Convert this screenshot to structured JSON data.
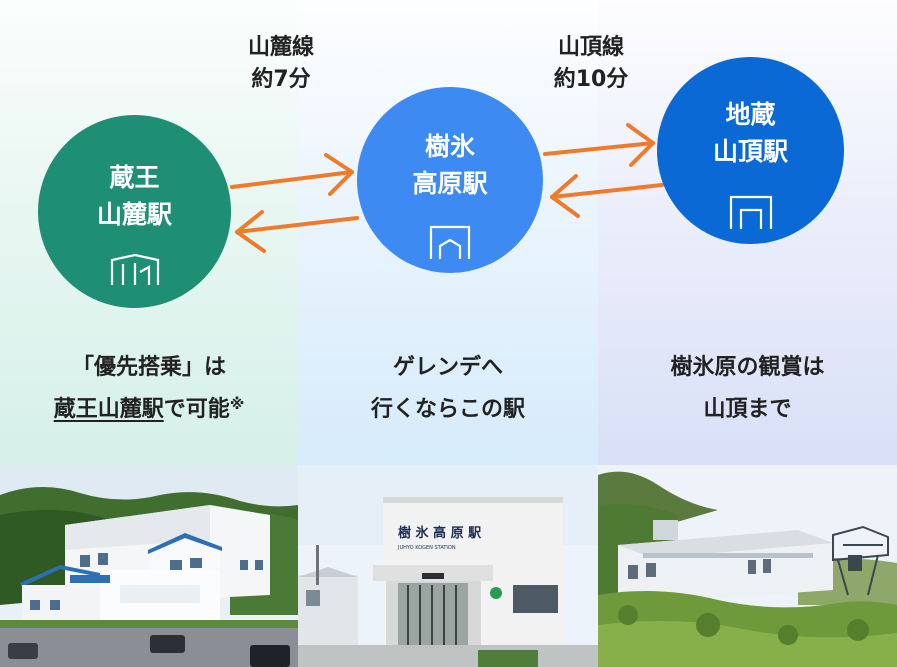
{
  "stations": [
    {
      "name_line1": "蔵王",
      "name_line2": "山麓駅",
      "color": "#1e8f74",
      "icon": "station-building-icon"
    },
    {
      "name_line1": "樹氷",
      "name_line2": "高原駅",
      "color": "#3d8af2",
      "icon": "station-gate-icon"
    },
    {
      "name_line1": "地蔵",
      "name_line2": "山頂駅",
      "color": "#0a69d4",
      "icon": "station-gate-icon"
    }
  ],
  "routes": [
    {
      "line_name": "山麓線",
      "duration": "約7分"
    },
    {
      "line_name": "山頂線",
      "duration": "約10分"
    }
  ],
  "descriptions": [
    {
      "line1": "「優先搭乗」は",
      "line2_underlined": "蔵王山麓駅",
      "line2_rest": "で可能",
      "note_mark": "※"
    },
    {
      "line1": "ゲレンデへ",
      "line2": "行くならこの駅"
    },
    {
      "line1": "樹氷原の観賞は",
      "line2": "山頂まで"
    }
  ],
  "photos": {
    "photo2_sign_title": "樹 氷 高 原 駅",
    "photo2_sign_sub": "JUHYO KOGEN STATION"
  },
  "colors": {
    "arrow": "#f07a2a"
  }
}
